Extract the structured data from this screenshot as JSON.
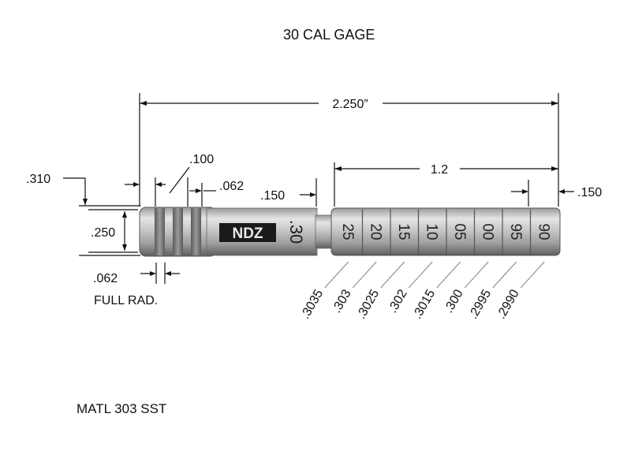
{
  "title": "30 CAL GAGE",
  "material": "MATL  303 SST",
  "brand_logo": "NDZ",
  "caliber_mark": ".30",
  "dimensions": {
    "overall_length": "2.250”",
    "step_length": "1.2",
    "groove_spacing": ".100",
    "groove_gap": ".062",
    "neck_length": ".150",
    "tip_length": ".150",
    "head_diameter": ".310",
    "groove_diameter": ".250",
    "groove_width": ".062",
    "groove_note": "FULL RAD."
  },
  "steps": [
    {
      "mark": "25",
      "diameter": ".3035"
    },
    {
      "mark": "20",
      "diameter": ".303"
    },
    {
      "mark": "15",
      "diameter": ".3025"
    },
    {
      "mark": "10",
      "diameter": ".302"
    },
    {
      "mark": "05",
      "diameter": ".3015"
    },
    {
      "mark": "00",
      "diameter": ".300"
    },
    {
      "mark": "95",
      "diameter": ".2995"
    },
    {
      "mark": "90",
      "diameter": ".2990"
    }
  ],
  "colors": {
    "line": "#111111",
    "steel_light": "#d6d6d6",
    "steel_dark": "#6e6e6e"
  }
}
